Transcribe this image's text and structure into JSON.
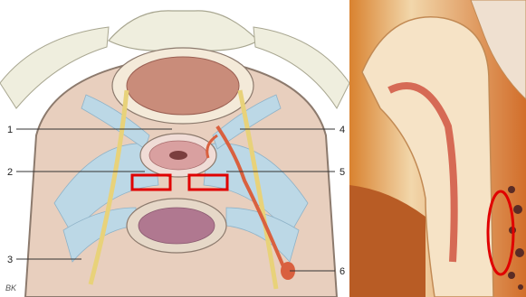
{
  "figure": {
    "labels": [
      {
        "id": "1",
        "text": "1"
      },
      {
        "id": "2",
        "text": "2"
      },
      {
        "id": "3",
        "text": "3"
      },
      {
        "id": "4",
        "text": "4"
      },
      {
        "id": "5",
        "text": "5"
      },
      {
        "id": "6",
        "text": "6"
      }
    ],
    "signature": "BK",
    "colors": {
      "background": "#ffffff",
      "pelvis_fill": "#e8cfbe",
      "ligament_blue": "#bcd8e6",
      "organ_pink": "#d9a0a0",
      "vessel_red": "#d9603f",
      "nerve_yellow": "#e8d27a",
      "annotation_red": "#e00000",
      "tissue_orange": "#d87a3a"
    },
    "icons": [
      "annotation-rectangle-left",
      "annotation-rectangle-right",
      "annotation-ellipse"
    ]
  }
}
